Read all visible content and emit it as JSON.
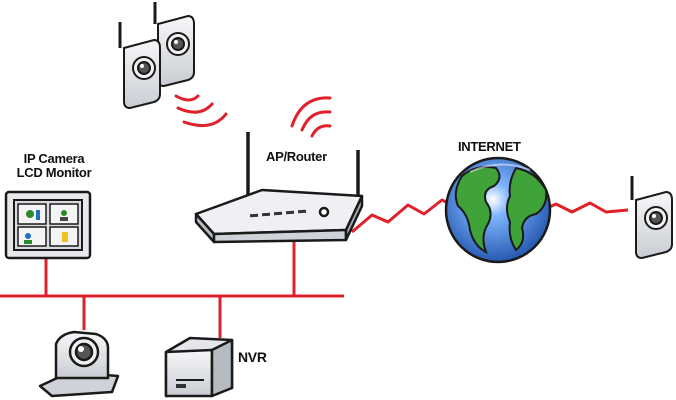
{
  "labels": {
    "monitor_line1": "IP Camera",
    "monitor_line2": "LCD Monitor",
    "router": "AP/Router",
    "internet": "INTERNET",
    "nvr": "NVR"
  },
  "colors": {
    "network_line": "#e0202a",
    "outline": "#1a1a1a",
    "device_body": "#e4e6ea",
    "device_shade": "#c5c9cf",
    "ocean": "#2a6fc9",
    "land": "#3fa33a"
  },
  "icons": [
    "ip-camera-icon",
    "wireless-signal-icon",
    "lcd-monitor-icon",
    "router-icon",
    "globe-icon",
    "ptz-camera-icon",
    "nvr-recorder-icon"
  ]
}
